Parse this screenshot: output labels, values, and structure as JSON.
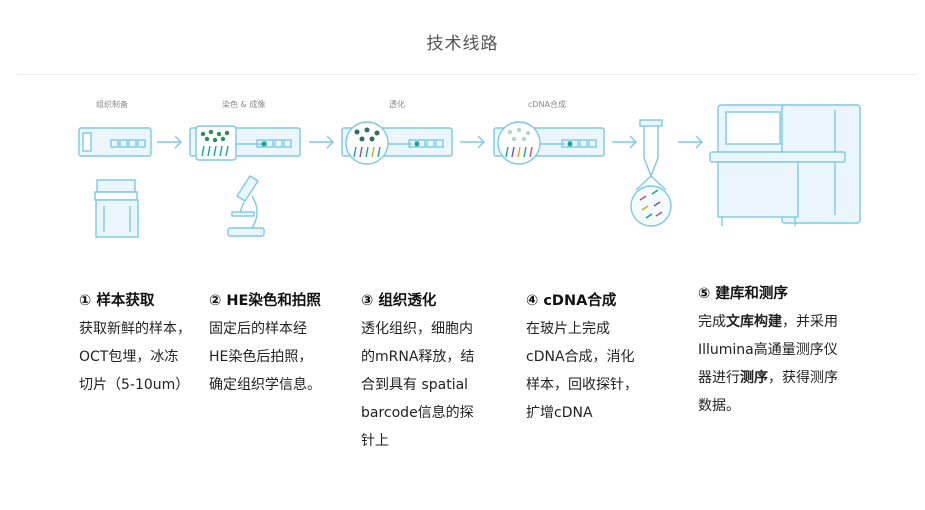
{
  "title": "技术线路",
  "stages": [
    {
      "label": "组织制备"
    },
    {
      "label": "染色 & 成像"
    },
    {
      "label": "透化"
    },
    {
      "label": "cDNA合成"
    }
  ],
  "steps": [
    {
      "head": "① 样本获取",
      "lines": [
        "获取新鲜的样本，",
        "OCT包埋，冰冻",
        "切片（5-10um）"
      ]
    },
    {
      "head": "② HE染色和拍照",
      "lines": [
        "固定后的样本经",
        "HE染色后拍照，",
        "确定组织学信息。"
      ]
    },
    {
      "head": "③ 组织透化",
      "lines": [
        "透化组织，细胞内",
        "的mRNA释放，结",
        "合到具有 spatial",
        "barcode信息的探",
        "针上"
      ]
    },
    {
      "head": "④ cDNA合成",
      "lines": [
        "在玻片上完成",
        "cDNA合成，消化",
        "样本，回收探针，",
        "扩增cDNA"
      ]
    },
    {
      "head": "⑤ 建库和测序",
      "line1_a": "完成",
      "line1_b": "文库构建",
      "line1_c": "，并采用",
      "line2": "Illumina高通量测序仪",
      "line3_a": "器进行",
      "line3_b": "测序",
      "line3_c": "，获得测序",
      "line4": "数据。"
    }
  ],
  "colors": {
    "line": "#7ec8e3",
    "fill": "#eaf6fb",
    "green": "#2e8b57",
    "teal": "#1aa39a"
  }
}
